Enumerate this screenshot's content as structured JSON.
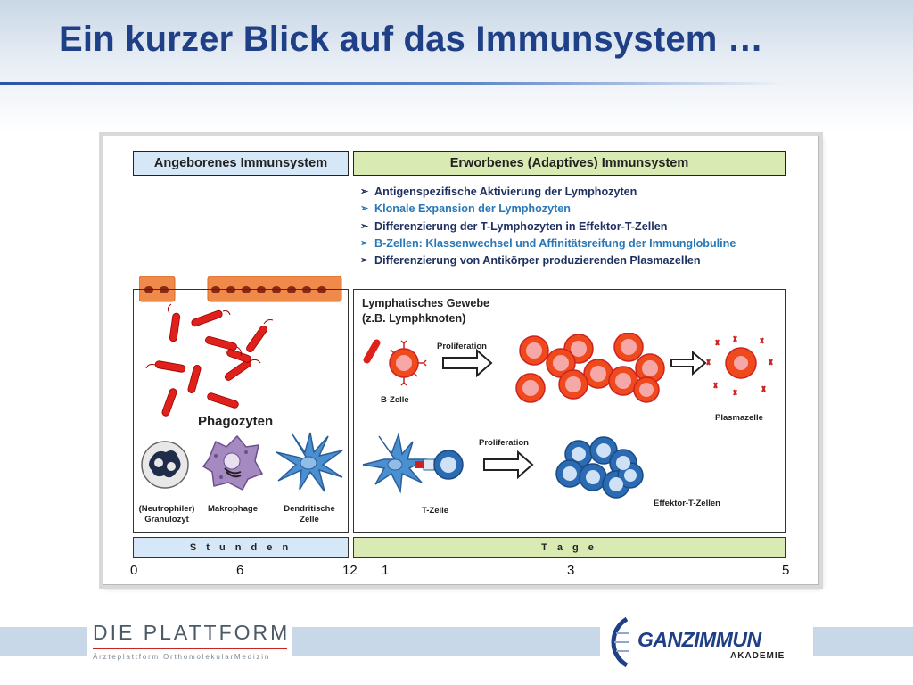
{
  "title": "Ein kurzer Blick auf das Immunsystem …",
  "headers": {
    "innate": "Angeborenes Immunsystem",
    "adaptive": "Erworbenes (Adaptives) Immunsystem"
  },
  "bullets": [
    {
      "text": "Antigenspezifische Aktivierung der Lymphozyten",
      "color": "#1f2f5f"
    },
    {
      "text": "Klonale Expansion der Lymphozyten",
      "color": "#2878b8"
    },
    {
      "text": "Differenzierung der T-Lymphozyten in Effektor-T-Zellen",
      "color": "#1f2f5f"
    },
    {
      "text": "B-Zellen: Klassenwechsel und Affinitätsreifung der Immunglobuline",
      "color": "#2878b8"
    },
    {
      "text": "Differenzierung von Antikörper produzierenden Plasmazellen",
      "color": "#1f2f5f"
    }
  ],
  "innate": {
    "phagozyten": "Phagozyten",
    "cells": [
      {
        "line1": "(Neutrophiler)",
        "line2": "Granulozyt"
      },
      {
        "line1": "Makrophage",
        "line2": ""
      },
      {
        "line1": "Dendritische",
        "line2": "Zelle"
      }
    ]
  },
  "adaptive": {
    "tissue_line1": "Lymphatisches Gewebe",
    "tissue_line2": "(z.B. Lymphknoten)",
    "prolif_b": "Proliferation",
    "b_cell": "B-Zelle",
    "plasma": "Plasmazelle",
    "prolif_t": "Proliferation",
    "t_cell": "T-Zelle",
    "effector": "Effektor-T-Zellen"
  },
  "timescale": {
    "hours": "S t u n d e n",
    "days": "T a g e",
    "ticks": [
      "0",
      "6",
      "12",
      "1",
      "3",
      "5"
    ]
  },
  "footer": {
    "left_logo": "DIE PLATTFORM",
    "left_sub": "Ärzteplattform OrthomolekularMedizin",
    "right_logo_a": "GANZ",
    "right_logo_b": "IMMUN",
    "right_sub": "AKADEMIE"
  },
  "colors": {
    "title": "#1f3f86",
    "innate_bg": "#d6e8f7",
    "adaptive_bg": "#d9eab2",
    "bcell": "#e8361c",
    "tcell": "#2a6bb3"
  }
}
